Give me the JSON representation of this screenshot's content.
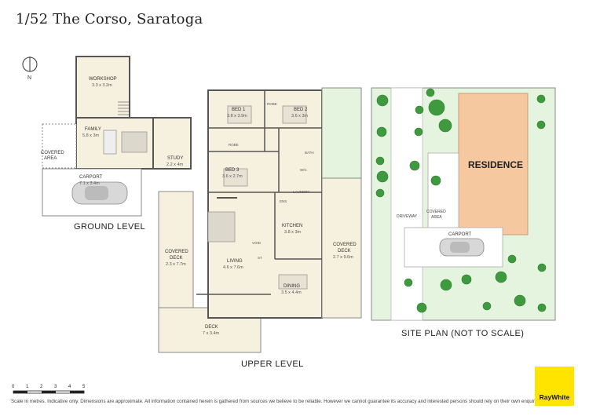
{
  "title": "1/52 The Corso, Saratoga",
  "north_label": "N",
  "levels": {
    "ground": "GROUND LEVEL",
    "upper": "UPPER LEVEL",
    "site": "SITE PLAN (NOT TO SCALE)"
  },
  "ground_rooms": {
    "workshop": {
      "name": "WORKSHOP",
      "size": "3.3 x 3.2m"
    },
    "family": {
      "name": "FAMILY",
      "size": "5.8 x 3m"
    },
    "covered_area": {
      "name": "COVERED",
      "name2": "AREA"
    },
    "study": {
      "name": "STUDY",
      "size": "2.2 x 4m"
    },
    "carport": {
      "name": "CARPORT",
      "size": "7.1 x 3.4m"
    }
  },
  "upper_rooms": {
    "bed1": {
      "name": "BED 1",
      "size": "3.8 x 3.9m"
    },
    "bed2": {
      "name": "BED 2",
      "size": "3.6 x 3m"
    },
    "bed3": {
      "name": "BED 3",
      "size": "3.6 x 2.7m"
    },
    "robe": "ROBE",
    "robe2": "ROBE",
    "bath": "BATH",
    "wc": "W/C",
    "laundry": "LAUNDRY",
    "kitchen": {
      "name": "KITCHEN",
      "size": "3.8 x 3m"
    },
    "covered_deck_left": {
      "name": "COVERED",
      "name2": "DECK",
      "size": "2.3 x 7.7m"
    },
    "covered_deck_right": {
      "name": "COVERED",
      "name2": "DECK",
      "size": "2.7 x 9.6m"
    },
    "living": {
      "name": "LIVING",
      "size": "4.6 x 7.6m"
    },
    "dining": {
      "name": "DINING",
      "size": "3.5 x 4.4m"
    },
    "deck": {
      "name": "DECK",
      "size": "7 x 3.4m"
    },
    "void": "VOID",
    "st": "ST",
    "ens": "ENS"
  },
  "site_plan": {
    "residence": "RESIDENCE",
    "driveway": "DRIVEWAY",
    "covered_area": "COVERED",
    "covered_area2": "AREA",
    "carport": "CARPORT"
  },
  "scale": {
    "ticks": [
      "0",
      "1",
      "2",
      "3",
      "4",
      "5"
    ]
  },
  "disclaimer": "Scale in metres. Indicative only. Dimensions are approximate. All information contained herein is gathered from sources we believe to be reliable. However we cannot guarantee its accuracy and interested persons should rely on their own enquiries.",
  "logo_text": "RayWhite",
  "colors": {
    "wall": "#555555",
    "floor": "#f6f0df",
    "grass": "#e4f4de",
    "tree": "#3f9a3f",
    "residence": "#f6c8a0",
    "logo": "#ffe400"
  }
}
